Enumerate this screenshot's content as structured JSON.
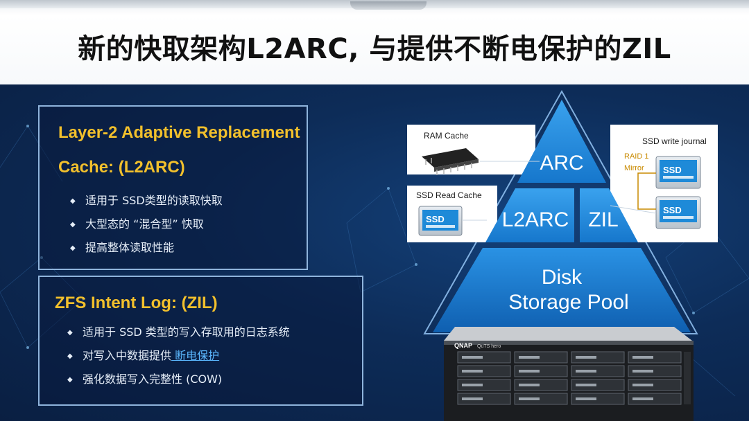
{
  "title": "新的快取架构L2ARC, 与提供不断电保护的ZIL",
  "l2arc_box": {
    "title_line1": "Layer-2 Adaptive Replacement",
    "title_line2": "Cache: (L2ARC)",
    "bullets": [
      "适用于 SSD类型的读取快取",
      "大型态的 “混合型” 快取",
      "提高整体读取性能"
    ]
  },
  "zil_box": {
    "title": "ZFS Intent Log:  (ZIL)",
    "bullet1": "适用于 SSD 类型的写入存取用的日志系统",
    "bullet2_prefix": "对写入中数据提供",
    "bullet2_highlight": " 断电保护",
    "bullet3": "强化数据写入完整性 (COW)"
  },
  "diagram": {
    "pyramid_arc": "ARC",
    "pyramid_l2arc": "L2ARC",
    "pyramid_zil": "ZIL",
    "pyramid_disk_line1": "Disk",
    "pyramid_disk_line2": "Storage Pool",
    "ram_cache": "RAM Cache",
    "ssd_read_cache": "SSD Read Cache",
    "ssd_write_journal": "SSD write journal",
    "raid_line1": "RAID 1",
    "raid_line2": "Mirror",
    "ssd_label": "SSD",
    "nas_brand": "QNAP",
    "nas_os": "QuTS hero"
  },
  "colors": {
    "title_yellow": "#f2c02c",
    "pyramid_blue": "#1a86d6",
    "highlight": "#5bb8ff"
  }
}
